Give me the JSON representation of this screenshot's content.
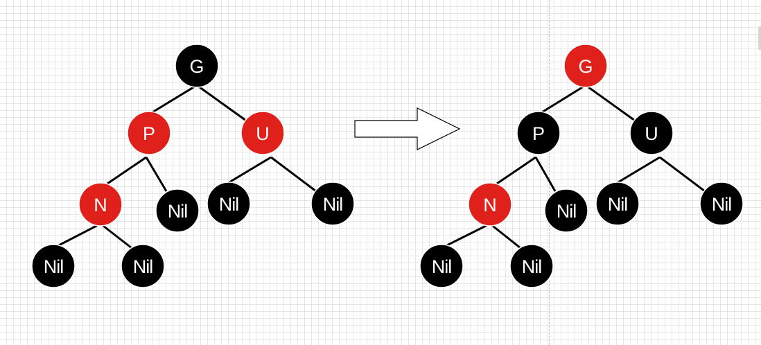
{
  "colors": {
    "red_node": "#e0211b",
    "black_node": "#000000",
    "node_border": "#ffffff",
    "edge": "#000000",
    "label": "#ffffff"
  },
  "diagram": {
    "before": {
      "nodes": {
        "g": {
          "label": "G",
          "color": "black"
        },
        "p": {
          "label": "P",
          "color": "red"
        },
        "u": {
          "label": "U",
          "color": "red"
        },
        "n": {
          "label": "N",
          "color": "red"
        },
        "p_nil": {
          "label": "Nil",
          "color": "black"
        },
        "u_nil_left": {
          "label": "Nil",
          "color": "black"
        },
        "u_nil_right": {
          "label": "Nil",
          "color": "black"
        },
        "n_nil_left": {
          "label": "Nil",
          "color": "black"
        },
        "n_nil_right": {
          "label": "Nil",
          "color": "black"
        }
      }
    },
    "after": {
      "nodes": {
        "g": {
          "label": "G",
          "color": "red"
        },
        "p": {
          "label": "P",
          "color": "black"
        },
        "u": {
          "label": "U",
          "color": "black"
        },
        "n": {
          "label": "N",
          "color": "red"
        },
        "p_nil": {
          "label": "Nil",
          "color": "black"
        },
        "u_nil_left": {
          "label": "Nil",
          "color": "black"
        },
        "u_nil_right": {
          "label": "Nil",
          "color": "black"
        },
        "n_nil_left": {
          "label": "Nil",
          "color": "black"
        },
        "n_nil_right": {
          "label": "Nil",
          "color": "black"
        }
      }
    }
  }
}
